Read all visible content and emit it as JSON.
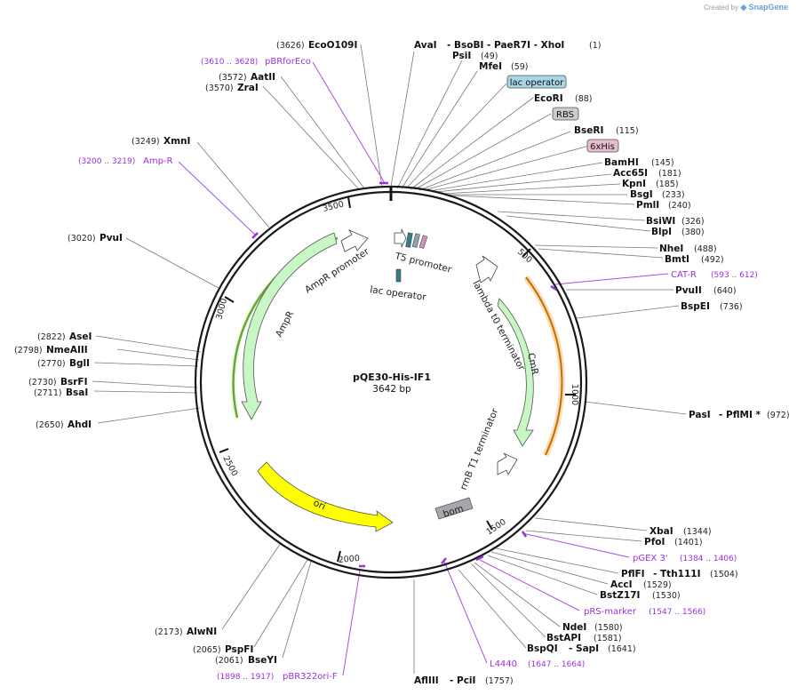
{
  "brand": {
    "prefix": "Created by",
    "name": "SnapGene"
  },
  "plasmid": {
    "name": "pQE30-His-IF1",
    "length": "3642 bp"
  },
  "ticks": [
    "500",
    "1000",
    "1500",
    "2000",
    "2500",
    "3000",
    "3500"
  ],
  "enzymes": [
    {
      "name": "AvaI",
      "pos": "",
      "extra": "- BsoBI   - PaeR7I   - XhoI",
      "extra_pos": "(1)"
    },
    {
      "name": "PsiI",
      "pos": "(49)"
    },
    {
      "name": "MfeI",
      "pos": "(59)"
    },
    {
      "name": "EcoRI",
      "pos": "(88)"
    },
    {
      "name": "BseRI",
      "pos": "(115)"
    },
    {
      "name": "BamHI",
      "pos": "(145)"
    },
    {
      "name": "Acc65I",
      "pos": "(181)"
    },
    {
      "name": "KpnI",
      "pos": "(185)"
    },
    {
      "name": "BsgI",
      "pos": "(233)"
    },
    {
      "name": "PmlI",
      "pos": "(240)"
    },
    {
      "name": "BsiWI",
      "pos": "(326)"
    },
    {
      "name": "BlpI",
      "pos": "(380)"
    },
    {
      "name": "NheI",
      "pos": "(488)"
    },
    {
      "name": "BmtI",
      "pos": "(492)"
    },
    {
      "name": "PvuII",
      "pos": "(640)"
    },
    {
      "name": "BspEI",
      "pos": "(736)"
    },
    {
      "name": "PasI",
      "pos": "(972)",
      "extra": "- PflMI *"
    },
    {
      "name": "XbaI",
      "pos": "(1344)"
    },
    {
      "name": "PfoI",
      "pos": "(1401)"
    },
    {
      "name": "PflFI",
      "pos": "(1504)",
      "extra": "- Tth111I"
    },
    {
      "name": "AccI",
      "pos": "(1529)"
    },
    {
      "name": "BstZ17I",
      "pos": "(1530)"
    },
    {
      "name": "NdeI",
      "pos": "(1580)"
    },
    {
      "name": "BstAPI",
      "pos": "(1581)"
    },
    {
      "name": "BspQI",
      "pos": "(1641)",
      "extra": "- SapI"
    },
    {
      "name": "AflIII",
      "pos": "(1757)",
      "extra": "- PciI"
    },
    {
      "name": "BseYI",
      "pos": "(2061)"
    },
    {
      "name": "PspFI",
      "pos": "(2065)"
    },
    {
      "name": "AlwNI",
      "pos": "(2173)"
    },
    {
      "name": "AhdI",
      "pos": "(2650)"
    },
    {
      "name": "BsaI",
      "pos": "(2711)"
    },
    {
      "name": "BsrFI",
      "pos": "(2730)"
    },
    {
      "name": "BglI",
      "pos": "(2770)"
    },
    {
      "name": "NmeAIII",
      "pos": "(2798)"
    },
    {
      "name": "AseI",
      "pos": "(2822)"
    },
    {
      "name": "PvuI",
      "pos": "(3020)"
    },
    {
      "name": "XmnI",
      "pos": "(3249)"
    },
    {
      "name": "ZraI",
      "pos": "(3570)"
    },
    {
      "name": "AatII",
      "pos": "(3572)"
    },
    {
      "name": "EcoO109I",
      "pos": "(3626)"
    }
  ],
  "primer_sites": [
    {
      "name": "pBRforEco",
      "range": "(3610 .. 3628)"
    },
    {
      "name": "Amp-R",
      "range": "(3200 .. 3219)"
    },
    {
      "name": "CAT-R",
      "range": "(593 .. 612)"
    },
    {
      "name": "pGEX 3'",
      "range": "(1384 .. 1406)"
    },
    {
      "name": "pRS-marker",
      "range": "(1547 .. 1566)"
    },
    {
      "name": "L4440",
      "range": "(1647 .. 1664)"
    },
    {
      "name": "pBR322ori-F",
      "range": "(1898 .. 1917)"
    }
  ],
  "boxed_features": [
    {
      "name": "lac operator",
      "color": "#a9d6e5"
    },
    {
      "name": "RBS",
      "color": "#c9cbd0"
    },
    {
      "name": "6xHis",
      "color": "#e7bcd0"
    }
  ],
  "features": [
    {
      "name": "AmpR promoter"
    },
    {
      "name": "AmpR"
    },
    {
      "name": "ori"
    },
    {
      "name": "bom"
    },
    {
      "name": "rrnB T1 terminator"
    },
    {
      "name": "CmR"
    },
    {
      "name": "lambda t0 terminator"
    },
    {
      "name": "T5 promoter"
    },
    {
      "name": "lac operator"
    }
  ],
  "colors": {
    "backbone": "#1a1a1a",
    "resistance": "#c8f7c5",
    "ori": "#ffff00",
    "bom": "#a5a7ad",
    "primer": "#9b30d9",
    "green_primer_arc": "#3a7a00",
    "orange_primer_arc": "#c96d00"
  }
}
